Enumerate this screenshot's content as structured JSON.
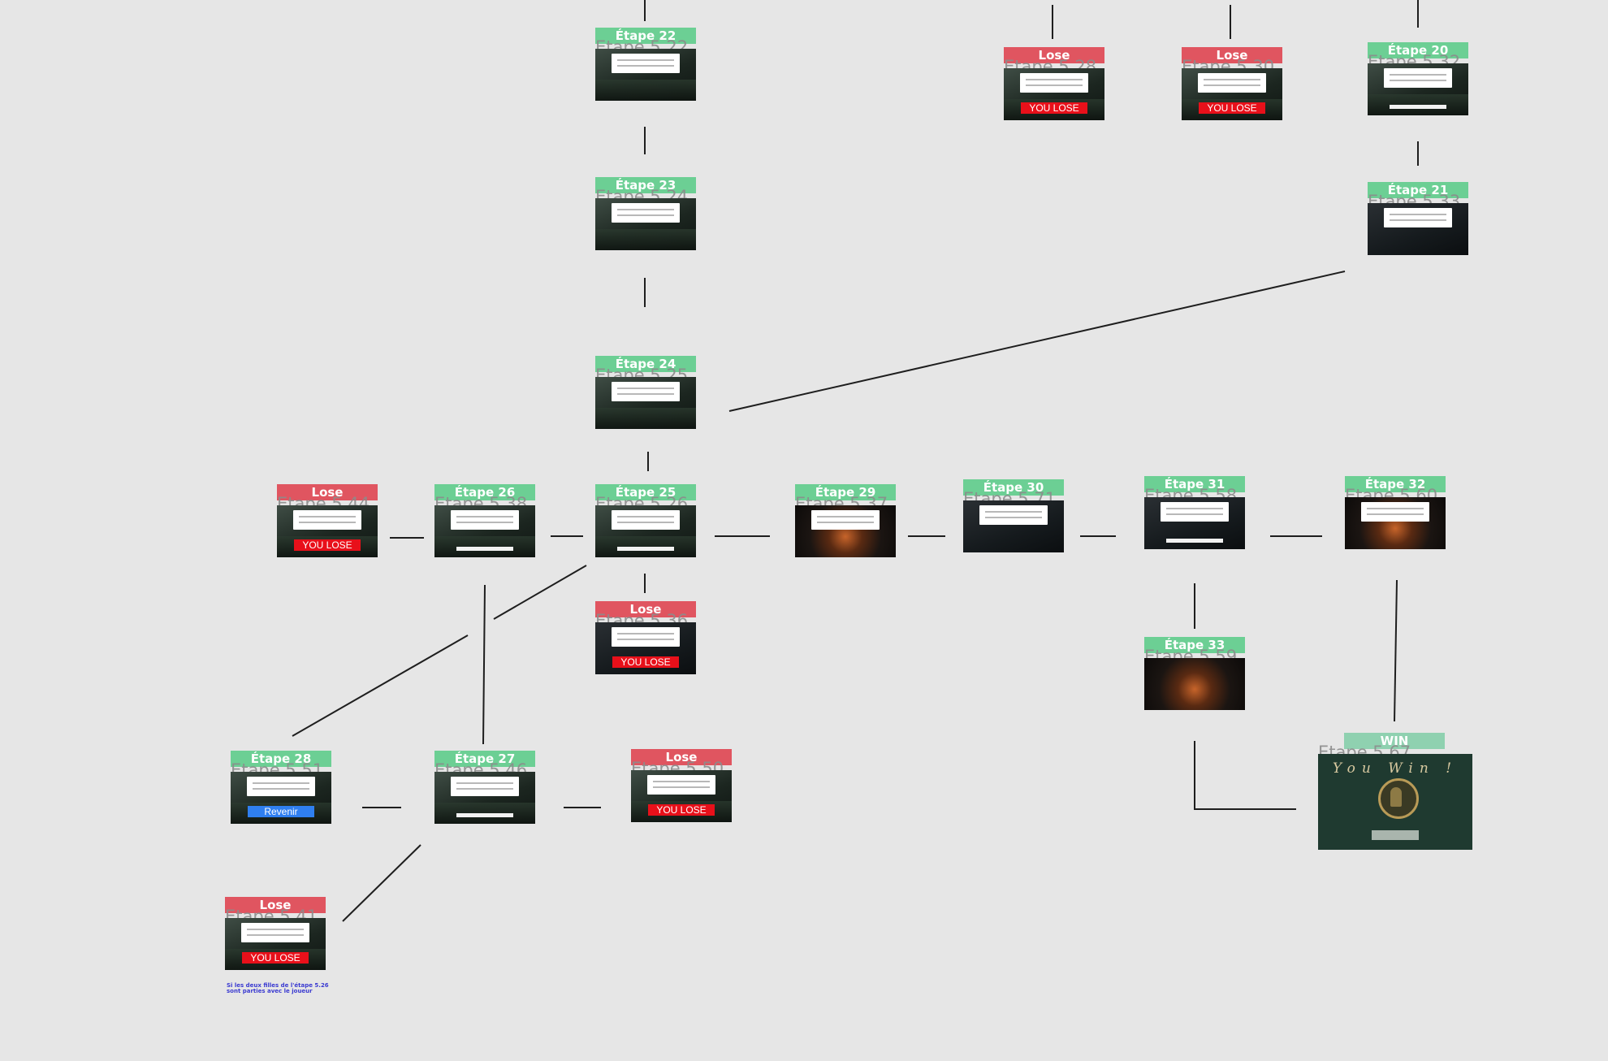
{
  "nodes": [
    {
      "id": "n22",
      "kind": "step",
      "badge": "Étape 22",
      "sub": "Etape 5.22",
      "thumb": "forest",
      "footer": ""
    },
    {
      "id": "n23",
      "kind": "step",
      "badge": "Étape 23",
      "sub": "Etape 5.24",
      "thumb": "forest",
      "footer": ""
    },
    {
      "id": "n24",
      "kind": "step",
      "badge": "Étape 24",
      "sub": "Etape 5.25",
      "thumb": "forest",
      "footer": ""
    },
    {
      "id": "n25",
      "kind": "step",
      "badge": "Étape 25",
      "sub": "Etape 5.26",
      "thumb": "forest",
      "footer": ""
    },
    {
      "id": "n26",
      "kind": "step",
      "badge": "Étape 26",
      "sub": "Etape 5.38",
      "thumb": "forest",
      "footer": ""
    },
    {
      "id": "nlose44",
      "kind": "lose",
      "badge": "Lose",
      "sub": "Etape 5.44",
      "thumb": "forest",
      "footer": "YOU LOSE"
    },
    {
      "id": "nlose36",
      "kind": "lose",
      "badge": "Lose",
      "sub": "Etape 5.36",
      "thumb": "dark",
      "footer": "YOU LOSE"
    },
    {
      "id": "n29",
      "kind": "step",
      "badge": "Étape 29",
      "sub": "Etape 5.37",
      "thumb": "fire",
      "footer": ""
    },
    {
      "id": "n30",
      "kind": "step",
      "badge": "Étape 30",
      "sub": "Etape 5.71",
      "thumb": "dark",
      "footer": ""
    },
    {
      "id": "n31",
      "kind": "step",
      "badge": "Étape 31",
      "sub": "Etape 5.58",
      "thumb": "dark",
      "footer": ""
    },
    {
      "id": "n32",
      "kind": "step",
      "badge": "Étape 32",
      "sub": "Etape 5.60",
      "thumb": "fire",
      "footer": ""
    },
    {
      "id": "n33",
      "kind": "step",
      "badge": "Étape 33",
      "sub": "Etape 5.59",
      "thumb": "fire",
      "footer": ""
    },
    {
      "id": "nlose28",
      "kind": "lose",
      "badge": "Lose",
      "sub": "Etape 5.28",
      "thumb": "forest",
      "footer": "YOU LOSE"
    },
    {
      "id": "nlose30",
      "kind": "lose",
      "badge": "Lose",
      "sub": "Etape 5.30",
      "thumb": "forest",
      "footer": "YOU LOSE"
    },
    {
      "id": "n20",
      "kind": "step",
      "badge": "Étape 20",
      "sub": "Etape 5.32",
      "thumb": "forest",
      "footer": ""
    },
    {
      "id": "n21",
      "kind": "step",
      "badge": "Étape 21",
      "sub": "Etape 5.33",
      "thumb": "dark",
      "footer": ""
    },
    {
      "id": "n28",
      "kind": "step",
      "badge": "Étape 28",
      "sub": "Etape 5.51",
      "thumb": "forest",
      "footer": "Revenir"
    },
    {
      "id": "n27",
      "kind": "step",
      "badge": "Étape 27",
      "sub": "Etape 5.46",
      "thumb": "forest",
      "footer": ""
    },
    {
      "id": "nlose50",
      "kind": "lose",
      "badge": "Lose",
      "sub": "Etape 5.50",
      "thumb": "forest",
      "footer": "YOU LOSE"
    },
    {
      "id": "nlose41",
      "kind": "lose",
      "badge": "Lose",
      "sub": "Etape 5.41",
      "thumb": "forest",
      "footer": "YOU LOSE"
    },
    {
      "id": "nwin",
      "kind": "win",
      "badge": "WIN",
      "sub": "Etape 5.67",
      "thumb": "win",
      "footer": "",
      "win_title": "You   Win !"
    }
  ],
  "note": "Si les deux filles de l'étape 5.26 sont parties avec le joueur",
  "colors": {
    "step": "#6ccf94",
    "lose": "#e05560",
    "win": "#8fd1b0",
    "lose_bar": "#e8101a",
    "revenir_bar": "#2f7ff0",
    "note": "#3b3bd1"
  }
}
